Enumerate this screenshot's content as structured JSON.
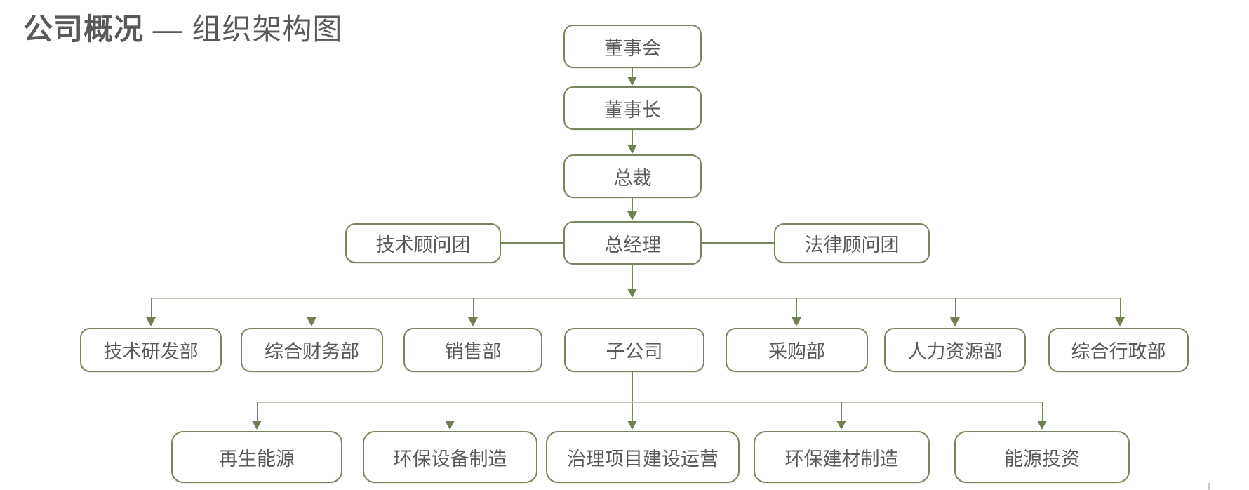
{
  "title": {
    "bold": "公司概况",
    "rest": " — 组织架构图"
  },
  "org": {
    "board": "董事会",
    "chairman": "董事长",
    "president": "总裁",
    "general_manager": "总经理",
    "tech_advisors": "技术顾问团",
    "legal_advisors": "法律顾问团",
    "departments": [
      "技术研发部",
      "综合财务部",
      "销售部",
      "子公司",
      "采购部",
      "人力资源部",
      "综合行政部"
    ],
    "subsidiaries": [
      "再生能源",
      "环保设备制造",
      "治理项目建设运营",
      "环保建材制造",
      "能源投资"
    ]
  },
  "colors": {
    "box_border": "#76865f",
    "connector": "#76865f",
    "bus_line": "#bdc6af",
    "text": "#595959"
  }
}
